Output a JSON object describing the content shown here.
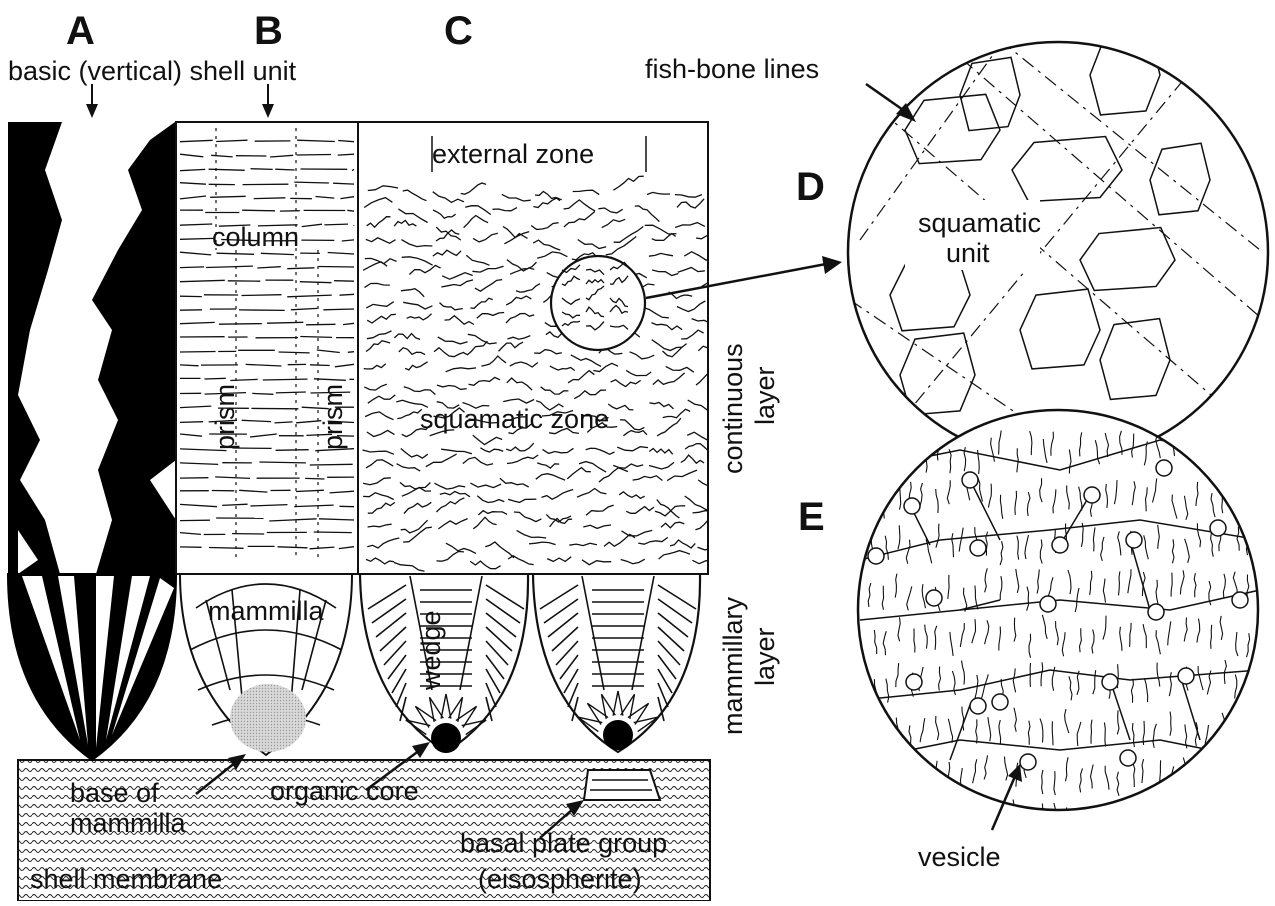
{
  "panels": {
    "a": "A",
    "b": "B",
    "c": "C",
    "d": "D",
    "e": "E"
  },
  "labels": {
    "basic_shell_unit": "basic (vertical) shell unit",
    "external_zone": "external zone",
    "column": "column",
    "prism_left": "prism",
    "prism_right": "prism",
    "squamatic_zone": "squamatic zone",
    "continuous_layer_1": "continuous",
    "continuous_layer_2": "layer",
    "mammilla": "mammilla",
    "wedge": "wedge",
    "mammillary_layer_1": "mammillary",
    "mammillary_layer_2": "layer",
    "base_of_mammilla_1": "base of",
    "base_of_mammilla_2": "mammilla",
    "organic_core": "organic core",
    "basal_plate_group_1": "basal plate group",
    "basal_plate_group_2": "(eisospherite)",
    "shell_membrane": "shell membrane",
    "fish_bone_lines": "fish-bone lines",
    "squamatic_unit_1": "squamatic",
    "squamatic_unit_2": "unit",
    "vesicle": "vesicle"
  }
}
